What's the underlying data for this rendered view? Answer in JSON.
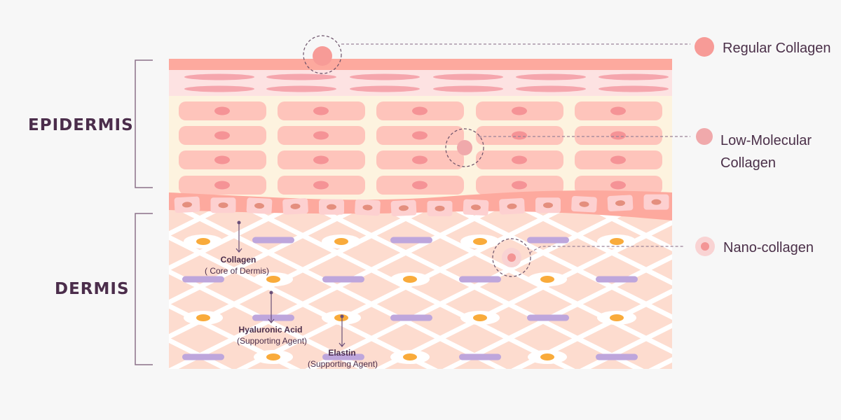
{
  "layers": {
    "epidermis": "EPIDERMIS",
    "dermis": "DERMIS"
  },
  "legend": [
    {
      "lines": [
        "Regular Collagen"
      ],
      "color": "#f79b97"
    },
    {
      "lines": [
        "Low-Molecular",
        "Collagen"
      ],
      "color": "#f0a9ab"
    },
    {
      "lines": [
        "Nano-collagen"
      ],
      "color": "#f39595"
    }
  ],
  "annotations": [
    {
      "title": "Collagen",
      "subtitle": "( Core of Dermis)"
    },
    {
      "title": "Hyaluronic Acid",
      "subtitle": "(Supporting Agent)"
    },
    {
      "title": "Elastin",
      "subtitle": "(Supporting Agent)"
    }
  ],
  "colors": {
    "ink": "#4b2d4b",
    "corneum": "#fda99e",
    "granular": "#fde2e2",
    "spinous_bg": "#fdf3df",
    "cell": "#fec4bb",
    "dermis_bg": "#fddccf",
    "elastin": "#bea6dc",
    "hyaluronic": "#f9ab3b"
  }
}
